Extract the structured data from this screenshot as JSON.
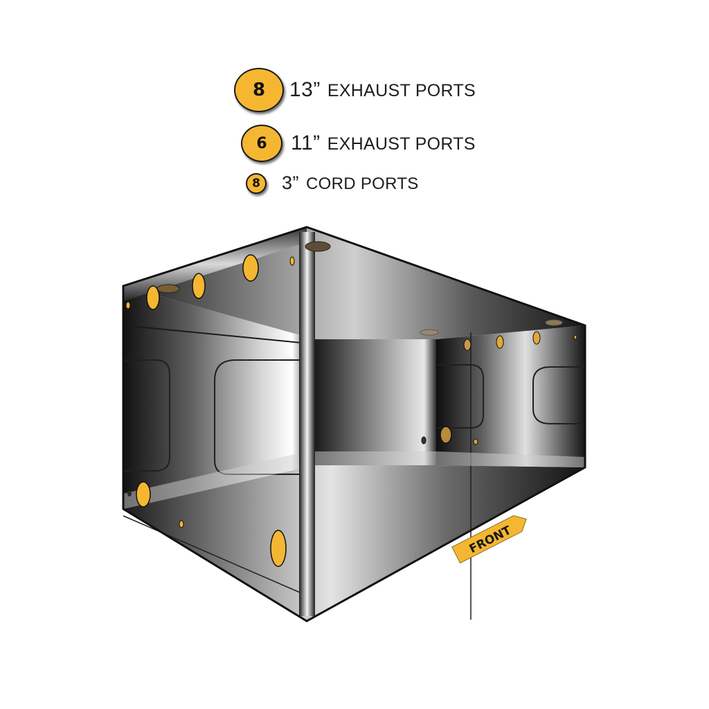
{
  "legend": [
    {
      "count": "8",
      "size": "13”",
      "label": "EXHAUST PORTS"
    },
    {
      "count": "6",
      "size": "11”",
      "label": "EXHAUST PORTS"
    },
    {
      "count": "8",
      "size": "3”",
      "label": "CORD PORTS"
    }
  ],
  "front_label": "FRONT",
  "colors": {
    "port": "#f5b731",
    "tent": "#1a1a1a",
    "outline": "#111111"
  }
}
